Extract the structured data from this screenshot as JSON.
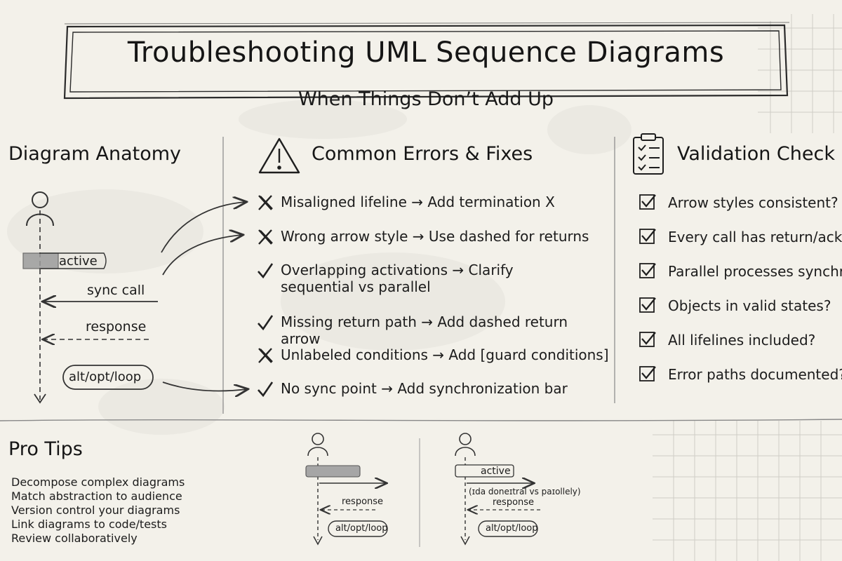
{
  "header": {
    "title": "Troubleshooting UML Sequence Diagrams",
    "subtitle": "When Things Don’t Add Up"
  },
  "anatomy": {
    "title": "Diagram Anatomy",
    "active_label": "active",
    "sync_call_label": "sync call",
    "response_label": "response",
    "fragment_label": "alt/opt/loop"
  },
  "errors": {
    "title": "Common Errors & Fixes",
    "items": [
      {
        "mark": "cross",
        "text": "Misaligned lifeline → Add termination X"
      },
      {
        "mark": "cross",
        "text": "Wrong arrow style → Use dashed for returns"
      },
      {
        "mark": "check",
        "text": "Overlapping activations → Clarify sequential vs parallel"
      },
      {
        "mark": "check",
        "text": "Missing return path → Add dashed return arrow"
      },
      {
        "mark": "cross",
        "text": "Unlabeled conditions → Add [guard conditions]"
      },
      {
        "mark": "check",
        "text": "No sync point → Add synchronization bar"
      }
    ]
  },
  "validation": {
    "title": "Validation Check",
    "items": [
      "Arrow styles consistent?",
      "Every call has return/ack",
      "Parallel processes synchr",
      "Objects in valid states?",
      "All lifelines included?",
      "Error paths documented?"
    ]
  },
  "pro_tips": {
    "title": "Pro Tips",
    "items": [
      "Decompose complex diagrams",
      "Match abstraction to audience",
      "Version control your diagrams",
      "Link diagrams to code/tests",
      "Review collaboratively"
    ]
  },
  "mini_diagram_left": {
    "response_label": "response",
    "fragment_label": "alt/opt/loop"
  },
  "mini_diagram_right": {
    "active_label": "active",
    "note_label": "(ɪda doneɪtral vs paɪollely)",
    "response_label": "response",
    "fragment_label": "alt/opt/loop"
  },
  "colors": {
    "paper": "#f3f1ea",
    "ink": "#1e1e1e",
    "pencil": "#555555",
    "grid": "#c9c7c0"
  }
}
